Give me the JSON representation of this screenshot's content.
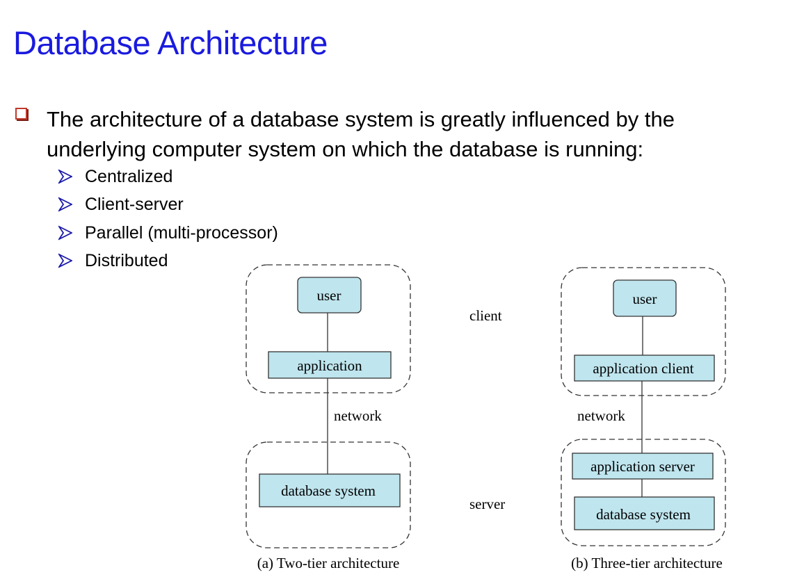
{
  "title": "Database Architecture",
  "bullet": {
    "text": "The architecture of a database system is greatly influenced by the underlying computer system on which the database is running:",
    "sub_items": [
      "Centralized",
      "Client-server",
      "Parallel (multi-processor)",
      "Distributed"
    ]
  },
  "diagram": {
    "two_tier": {
      "user": "user",
      "application": "application",
      "network": "network",
      "database": "database system",
      "caption": "(a) Two-tier architecture"
    },
    "three_tier": {
      "user": "user",
      "app_client": "application client",
      "network": "network",
      "app_server": "application server",
      "database": "database system",
      "caption": "(b) Three-tier architecture"
    },
    "client_label": "client",
    "server_label": "server"
  },
  "colors": {
    "title": "#1a1adf",
    "box_fill": "#bfe5ee",
    "bullet": "#c0392b",
    "arrow": "#1a1aa8"
  }
}
